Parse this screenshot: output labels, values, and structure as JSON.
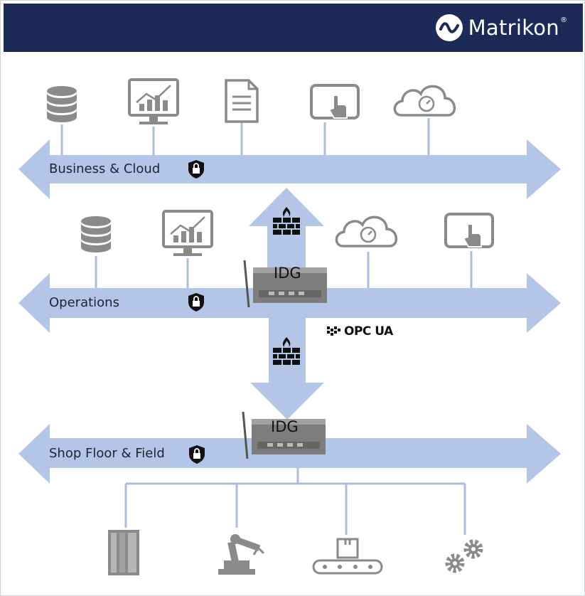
{
  "header": {
    "brand_name": "Matrikon",
    "brand_mark": "®",
    "brand_logo_icon": "matrikon-wave-logo",
    "background_color": "#1b2a57"
  },
  "colors": {
    "band": "#b3c6e7",
    "icon_gray": "#8a8a8a",
    "connector": "#a9bedf"
  },
  "bands": {
    "business": {
      "label": "Business & Cloud",
      "icons": [
        "database-icon",
        "analytics-monitor-icon",
        "document-icon",
        "tablet-touch-icon",
        "cloud-gauge-icon"
      ]
    },
    "operations": {
      "label": "Operations",
      "icons": [
        "database-icon",
        "analytics-monitor-icon",
        "cloud-gauge-icon",
        "tablet-touch-icon"
      ]
    },
    "shopfloor": {
      "label": "Shop Floor & Field",
      "icons": [
        "plc-controller-icon",
        "robot-arm-icon",
        "conveyor-package-icon",
        "gears-icon"
      ]
    }
  },
  "gateways": [
    {
      "label": "IDG"
    },
    {
      "label": "IDG"
    }
  ],
  "protocol": {
    "label": "OPC UA"
  },
  "security_icons": [
    "shield-lock-icon",
    "shield-lock-icon",
    "shield-lock-icon"
  ],
  "firewall_icons": [
    "firewall-icon",
    "firewall-icon"
  ]
}
